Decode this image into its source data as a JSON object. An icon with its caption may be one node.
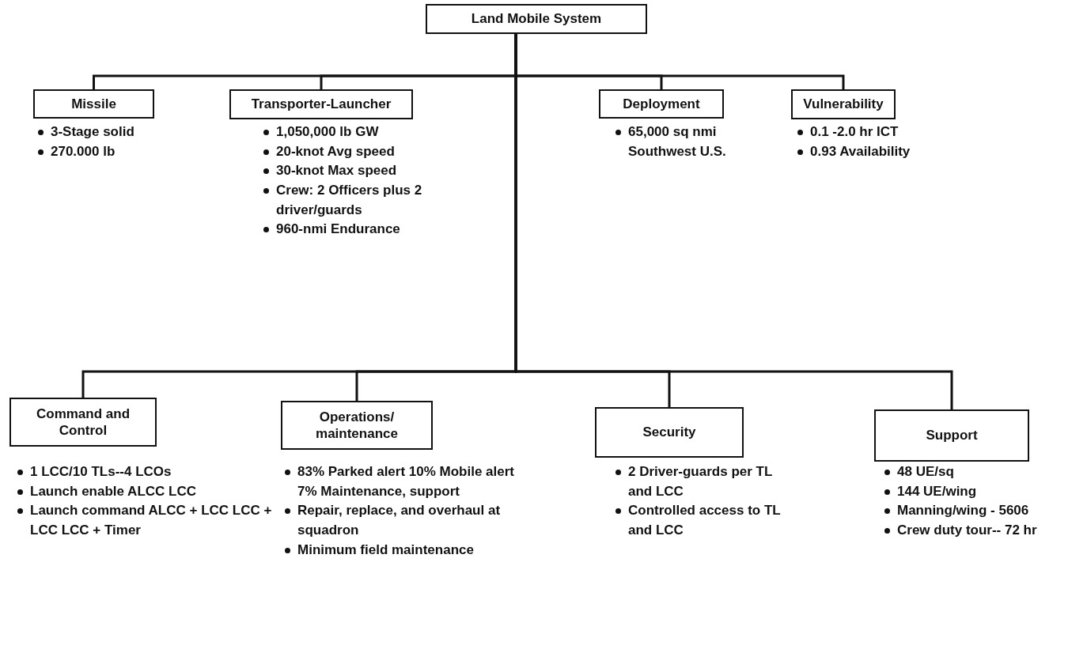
{
  "diagram": {
    "nodes": [
      {
        "text": [
          "Land Mobile System"
        ]
      },
      {
        "text": [
          "Missile"
        ],
        "beside": [
          "3-Stage solid",
          "270.000 lb"
        ]
      },
      {
        "text": [
          "Transporter-Launcher"
        ],
        "beside": [
          "1,050,000 lb GW",
          "20-knot Avg speed",
          "30-knot Max speed",
          "Crew: 2 Officers plus 2 driver/guards",
          "960-nmi Endurance"
        ]
      },
      {
        "text": [
          "Deployment"
        ],
        "beside": [
          "65,000 sq nmi Southwest U.S."
        ]
      },
      {
        "text": [
          "Vulnerability"
        ],
        "beside": [
          "0.1 -2.0 hr ICT",
          "0.93 Availability"
        ]
      },
      {
        "text": [
          "Command and Control"
        ],
        "beside": [
          "1 LCC/10 TLs--4 LCOs",
          "Launch enable ALCC LCC",
          "Launch command ALCC + LCC LCC + LCC LCC + Timer"
        ]
      },
      {
        "text": [
          "Operations/ maintenance"
        ],
        "beside": [
          "83% Parked alert 10% Mobile alert 7% Maintenance, support",
          "Repair, replace, and overhaul at squadron",
          "Minimum field maintenance"
        ]
      },
      {
        "text": [
          "Security"
        ],
        "beside": [
          "2 Driver-guards per TL and LCC",
          "Controlled access to TL and LCC"
        ]
      },
      {
        "text": [
          "Support"
        ],
        "beside": [
          "48 UE/sq",
          "144 UE/wing",
          "Manning/wing - 5606",
          "Crew duty tour-- 72 hr"
        ]
      }
    ],
    "edges": [
      {
        "from": 0,
        "to": 1,
        "arrow": "none"
      },
      {
        "from": 0,
        "to": 2,
        "arrow": "none"
      },
      {
        "from": 0,
        "to": 3,
        "arrow": "none"
      },
      {
        "from": 0,
        "to": 4,
        "arrow": "none"
      },
      {
        "from": 0,
        "to": 5,
        "arrow": "none"
      },
      {
        "from": 0,
        "to": 6,
        "arrow": "none"
      },
      {
        "from": 0,
        "to": 7,
        "arrow": "none"
      },
      {
        "from": 0,
        "to": 8,
        "arrow": "none"
      }
    ]
  }
}
